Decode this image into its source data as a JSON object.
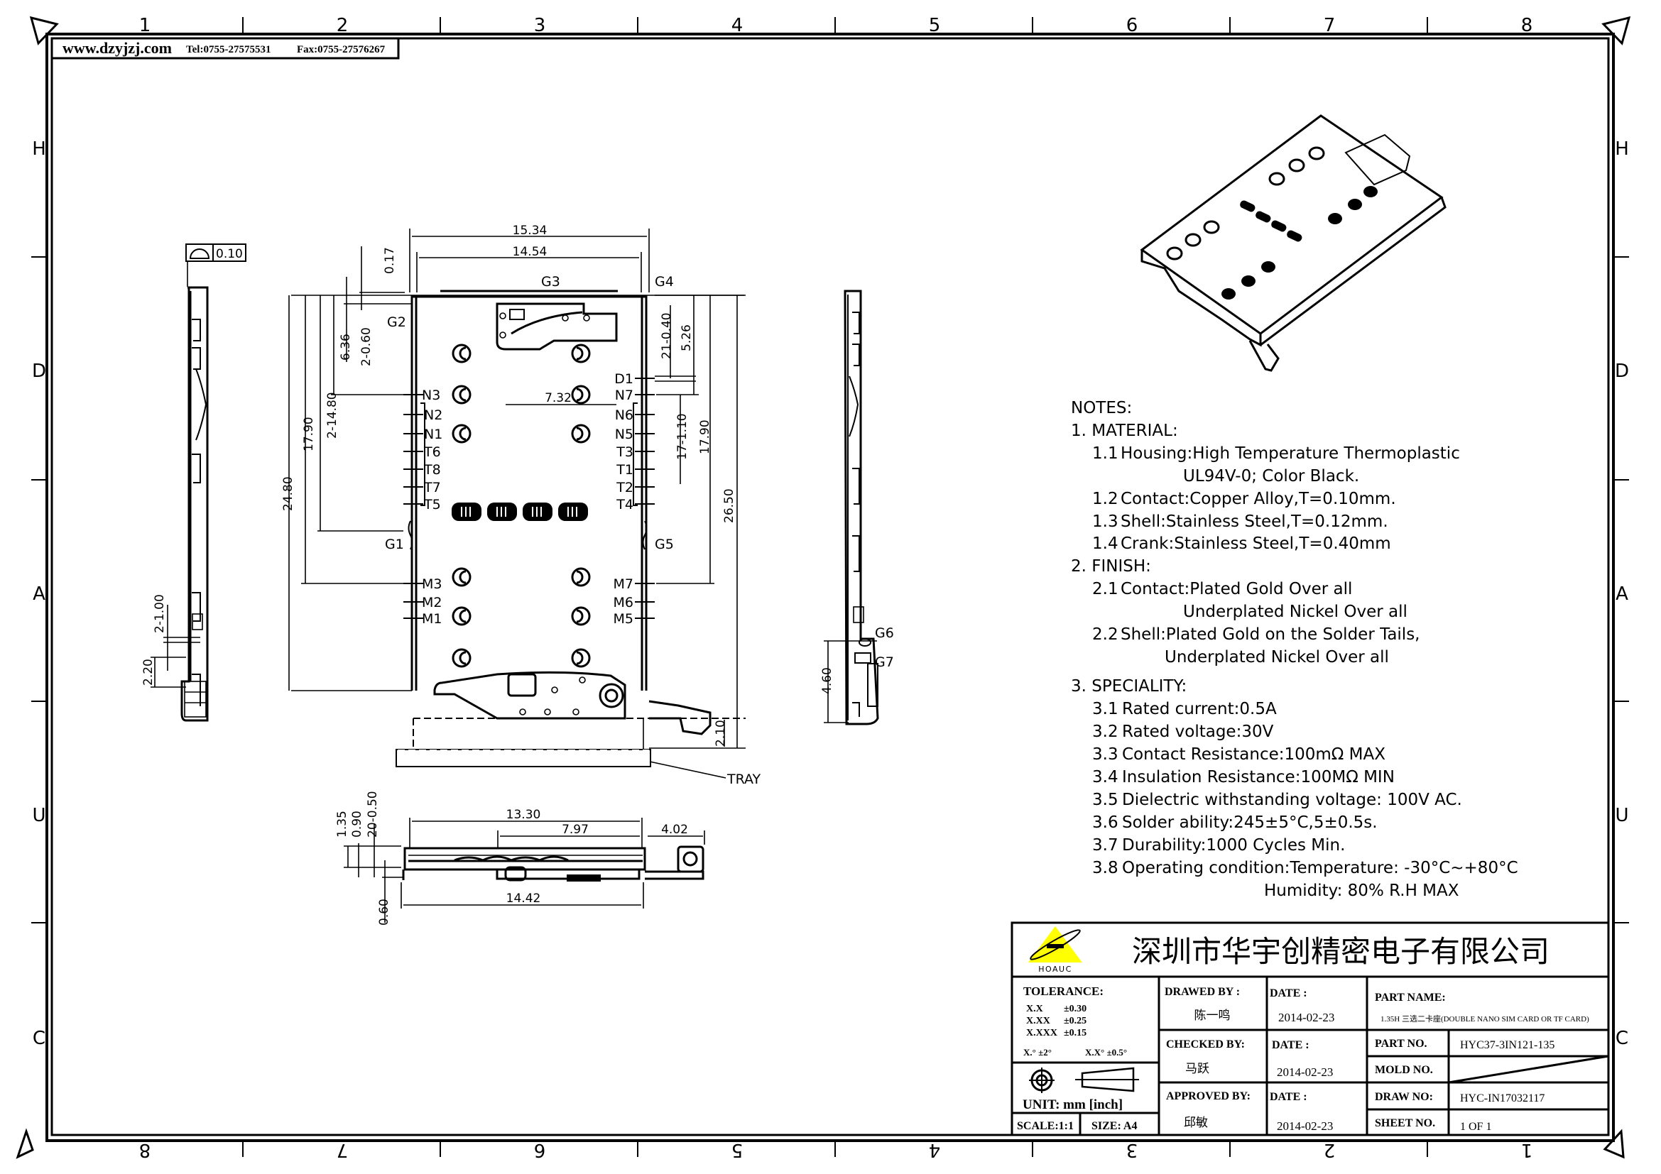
{
  "header": {
    "website": "www.dzyjzj.com",
    "tel": "Tel:0755-27575531",
    "fax": "Fax:0755-27576267"
  },
  "frame": {
    "top_zones": [
      "1",
      "2",
      "3",
      "4",
      "5",
      "6",
      "7",
      "8"
    ],
    "bottom_zones": [
      "8",
      "7",
      "6",
      "5",
      "4",
      "3",
      "2",
      "1"
    ],
    "left_zones": [
      "H",
      "D",
      "A",
      "U",
      "C"
    ],
    "right_zones": [
      "H",
      "D",
      "A",
      "U",
      "C"
    ]
  },
  "side_view_left": {
    "flatness_symbol": "flatness",
    "flatness_value": "0.10",
    "dims": {
      "pitch": "2-1.00",
      "height": "2.20"
    }
  },
  "plan_view": {
    "dims": {
      "overall_width": "15.34",
      "inner_width": "14.54",
      "top_offset": "0.17",
      "g2_hole": "2-0.60",
      "to_n3": "6.36",
      "pitch_left": "2-14.80",
      "to_m3_left": "17.90",
      "overall_length": "24.80",
      "contact_span": "7.32",
      "d1_width": "21-0.40",
      "to_d1": "5.26",
      "pitch_right": "17-1.10",
      "to_m7_right": "17.90",
      "with_tray": "26.50",
      "tray_offset": "2.10"
    },
    "ground_labels": [
      "G1",
      "G2",
      "G3",
      "G4",
      "G5"
    ],
    "left_pins": [
      "N3",
      "N2",
      "N1",
      "T6",
      "T8",
      "T7",
      "T5",
      "M3",
      "M2",
      "M1"
    ],
    "right_pins": [
      "D1",
      "N7",
      "N6",
      "N5",
      "T3",
      "T1",
      "T2",
      "T4",
      "M7",
      "M6",
      "M5"
    ],
    "tray_label": "TRAY"
  },
  "side_view_right": {
    "ground_labels": [
      "G6",
      "G7"
    ],
    "dims": {
      "height": "4.60"
    }
  },
  "front_view": {
    "dims": {
      "h1": "1.35",
      "h2": "0.90",
      "pitch": "20-0.50",
      "standoff": "0.60",
      "top_width": "13.30",
      "partial": "7.97",
      "tab": "4.02",
      "bottom_width": "14.42"
    }
  },
  "notes": {
    "title": "NOTES:",
    "sections": [
      {
        "heading": "1.  MATERIAL:",
        "items": [
          {
            "num": "1.1",
            "text": "Housing:High  Temperature  Thermoplastic",
            "cont": "UL94V-0;  Color  Black."
          },
          {
            "num": "1.2",
            "text": "Contact:Copper  Alloy,T=0.10mm."
          },
          {
            "num": "1.3",
            "text": "Shell:Stainless  Steel,T=0.12mm."
          },
          {
            "num": "1.4",
            "text": "Crank:Stainless  Steel,T=0.40mm"
          }
        ]
      },
      {
        "heading": "2.  FINISH:",
        "items": [
          {
            "num": "2.1",
            "text": "Contact:Plated  Gold  Over  all",
            "cont": "Underplated  Nickel  Over  all"
          },
          {
            "num": "2.2",
            "text": "Shell:Plated  Gold  on  the  Solder  Tails,",
            "cont": "Underplated  Nickel  Over  all"
          }
        ]
      },
      {
        "heading": "3.  SPECIALITY:",
        "items": [
          {
            "num": "3.1",
            "text": "Rated  current:0.5A"
          },
          {
            "num": "3.2",
            "text": "Rated  voltage:30V"
          },
          {
            "num": "3.3",
            "text": "Contact  Resistance:100mΩ  MAX"
          },
          {
            "num": "3.4",
            "text": "Insulation  Resistance:100MΩ  MIN"
          },
          {
            "num": "3.5",
            "text": "Dielectric  withstanding  voltage:  100V  AC."
          },
          {
            "num": "3.6",
            "text": "Solder  ability:245±5°C,5±0.5s."
          },
          {
            "num": "3.7",
            "text": "Durability:1000  Cycles  Min."
          },
          {
            "num": "3.8",
            "text": "Operating  condition:Temperature:  -30°C~+80°C",
            "cont": "Humidity:  80%  R.H  MAX"
          }
        ]
      }
    ]
  },
  "title_block": {
    "logo_text": "HOAUC",
    "logo_color": "#ffff00",
    "company": "深圳市华宇创精密电子有限公司",
    "tolerance": {
      "label": "TOLERANCE:",
      "rows": [
        {
          "key": "X.X",
          "val": "±0.30"
        },
        {
          "key": "X.XX",
          "val": "±0.25"
        },
        {
          "key": "X.XXX",
          "val": "±0.15"
        }
      ],
      "angle1": "X.° ±2°",
      "angle2": "X.X° ±0.5°"
    },
    "unit": "UNIT: mm  [inch]",
    "scale": "SCALE:1:1",
    "size": "SIZE:  A4",
    "drawn_by_label": "DRAWED  BY :",
    "drawn_by": "陈一鸣",
    "checked_by_label": "CHECKED  BY:",
    "checked_by": "马跃",
    "approved_by_label": "APPROVED  BY:",
    "approved_by": "邱敏",
    "date_label": "DATE  :",
    "date_drawn": "2014-02-23",
    "date_checked": "2014-02-23",
    "date_approved": "2014-02-23",
    "part_name_label": "PART  NAME:",
    "part_name": "1.35H 三选二卡座(DOUBLE NANO SIM CARD OR TF CARD)",
    "part_no_label": "PART  NO.",
    "part_no": "HYC37-3IN121-135",
    "mold_no_label": "MOLD  NO.",
    "mold_no": "",
    "draw_no_label": "DRAW  NO:",
    "draw_no": "HYC-IN17032117",
    "sheet_no_label": "SHEET  NO.",
    "sheet_no": "1  OF  1"
  }
}
